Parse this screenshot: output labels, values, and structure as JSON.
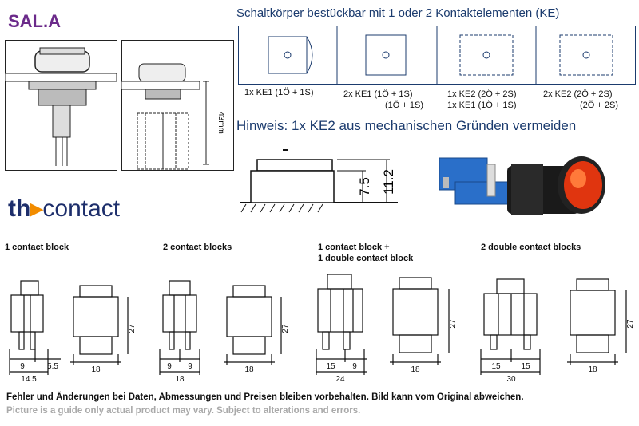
{
  "product": {
    "title": "SAL.A"
  },
  "ke_section": {
    "heading": "Schaltkörper bestückbar mit 1 oder 2 Kontaktelementen (KE)",
    "panels": [
      {
        "line1": "1x KE1 (1Ö + 1S)",
        "line2": ""
      },
      {
        "line1": "2x KE1 (1Ö + 1S)",
        "line2": "(1Ö + 1S)"
      },
      {
        "line1": "1x KE2 (2Ö + 2S)",
        "line2": "1x KE1 (1Ö + 1S)"
      },
      {
        "line1": "2x KE2 (2Ö + 2S)",
        "line2": "(2Ö + 2S)"
      }
    ],
    "note": "Hinweis: 1x KE2 aus mechanischen Gründen vermeiden"
  },
  "top_drawing": {
    "dim_height": "43mm"
  },
  "side_view": {
    "dim_a": "7.5",
    "dim_b": "11.2"
  },
  "logo": {
    "prefix": "th",
    "arrow": "▸",
    "suffix": "contact"
  },
  "blocks": [
    {
      "label": "1 contact block",
      "label2": "",
      "dims": [
        "9",
        "5.5",
        "14.5",
        "18",
        "27"
      ]
    },
    {
      "label": "2 contact blocks",
      "label2": "",
      "dims": [
        "9",
        "9",
        "18",
        "18",
        "27"
      ]
    },
    {
      "label": "1 contact block +",
      "label2": "1 double contact block",
      "dims": [
        "15",
        "9",
        "24",
        "18",
        "27"
      ]
    },
    {
      "label": "2 double contact blocks",
      "label2": "",
      "dims": [
        "15",
        "15",
        "30",
        "18",
        "27"
      ]
    }
  ],
  "footer": {
    "line1": "Fehler und Änderungen bei Daten, Abmessungen und Preisen bleiben vorbehalten. Bild kann vom Original abweichen.",
    "line2": "Picture is a guide only actual product may vary. Subject to alterations and errors."
  },
  "colors": {
    "title": "#6b2a8a",
    "heading": "#1b3b6e",
    "logo": "#1d2e6b",
    "logo_accent": "#f28c00",
    "footer_grey": "#a9a9a9"
  }
}
